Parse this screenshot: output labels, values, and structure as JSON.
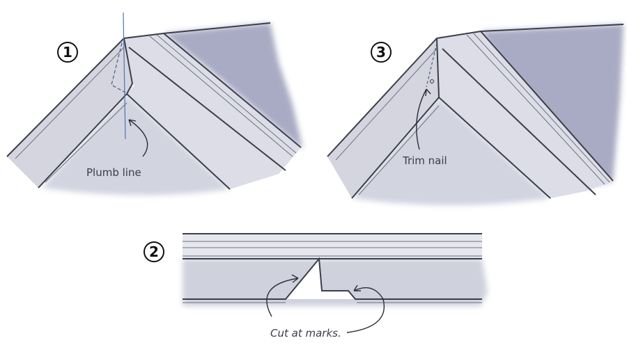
{
  "steps": [
    {
      "number": "1",
      "label": "Plumb line"
    },
    {
      "number": "2",
      "label": "Cut at marks."
    },
    {
      "number": "3",
      "label": "Trim nail"
    }
  ],
  "colors": {
    "roof": "#a9abc4",
    "board": "#d4d5df",
    "board_light": "#e6e7ee",
    "plumb": "#4a78b0"
  }
}
